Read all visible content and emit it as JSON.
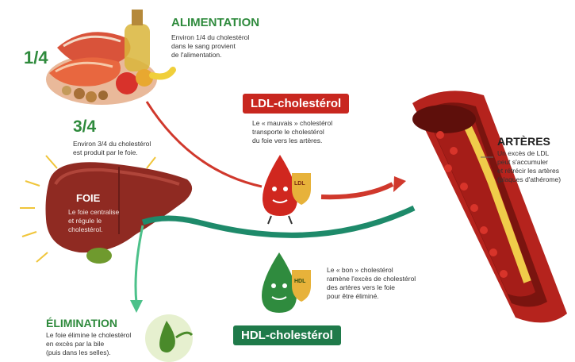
{
  "alimentation": {
    "fraction": "1/4",
    "title": "ALIMENTATION",
    "text": [
      "Environ 1/4 du cholestérol",
      "dans le sang provient",
      "de l'alimentation."
    ]
  },
  "foie_production": {
    "fraction": "3/4",
    "text": [
      "Environ 3/4 du cholestérol",
      "est produit par le foie."
    ]
  },
  "foie": {
    "title": "FOIE",
    "text": [
      "Le foie centralise",
      "et régule le",
      "cholestérol."
    ]
  },
  "ldl": {
    "banner": "LDL-cholestérol",
    "badge": "LDL",
    "text": [
      "Le « mauvais » cholestérol",
      "transporte le cholestérol",
      "du foie vers les artères."
    ],
    "color": "#c8271f"
  },
  "hdl": {
    "banner": "HDL-cholestérol",
    "badge": "HDL",
    "text": [
      "Le « bon » cholestérol",
      "ramène l'excès de cholestérol",
      "des artères vers le foie",
      "pour être éliminé."
    ],
    "color": "#1f7a4a"
  },
  "arteres": {
    "title": "ARTÈRES",
    "text": [
      "Un excès de LDL",
      "peut s'accumuler",
      "et rétrécir les artères",
      "(plaques d'athérome)"
    ]
  },
  "elimination": {
    "title": "ÉLIMINATION",
    "text": [
      "Le foie élimine le cholestérol",
      "en excès par la bile",
      "(puis dans les selles)."
    ]
  }
}
